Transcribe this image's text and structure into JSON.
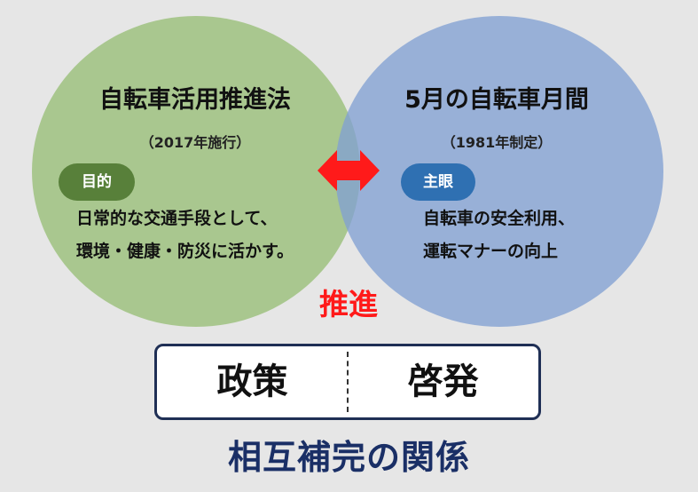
{
  "colors": {
    "background": "#e6e6e6",
    "left_circle": "#a4c488",
    "right_circle": "#82a0d2",
    "left_badge": "#58803a",
    "right_badge": "#2f70b2",
    "arrow": "#ff1a1a",
    "bottom_title": "#1a2f66"
  },
  "left": {
    "title": "自転車活用推進法",
    "subtitle": "（2017年施行）",
    "badge": "目的",
    "lines": [
      "日常的な交通手段として、",
      "環境・健康・防災に活かす。"
    ]
  },
  "right": {
    "title": "5月の自転車月間",
    "subtitle": "（1981年制定）",
    "badge": "主眼",
    "lines": [
      "自転車の安全利用、",
      "運転マナーの向上"
    ]
  },
  "center": {
    "label": "推進",
    "arrow_icon": "double-arrow-icon"
  },
  "box": {
    "left": "政策",
    "right": "啓発"
  },
  "bottom": {
    "title": "相互補完の関係"
  }
}
